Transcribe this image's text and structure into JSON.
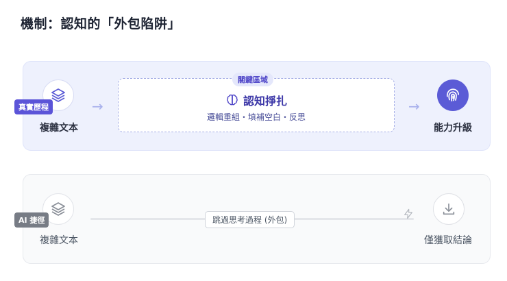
{
  "page_title": "機制：認知的「外包陷阱」",
  "real_path": {
    "tag": "真實歷程",
    "start_label": "複雜文本",
    "critical_badge": "關鍵區域",
    "critical_title": "認知掙扎",
    "critical_steps": "邏輯重組・填補空白・反思",
    "end_label": "能力升級",
    "icons": [
      "layers-icon",
      "brain-icon",
      "fingerprint-icon"
    ],
    "accent_color": "#5b5bd6"
  },
  "ai_path": {
    "tag": "AI 捷徑",
    "start_label": "複雜文本",
    "skip_label": "跳過思考過程 (外包)",
    "end_label": "僅獲取結論",
    "icons": [
      "layers-icon",
      "lightning-icon",
      "download-icon"
    ],
    "accent_color": "#777c85"
  }
}
